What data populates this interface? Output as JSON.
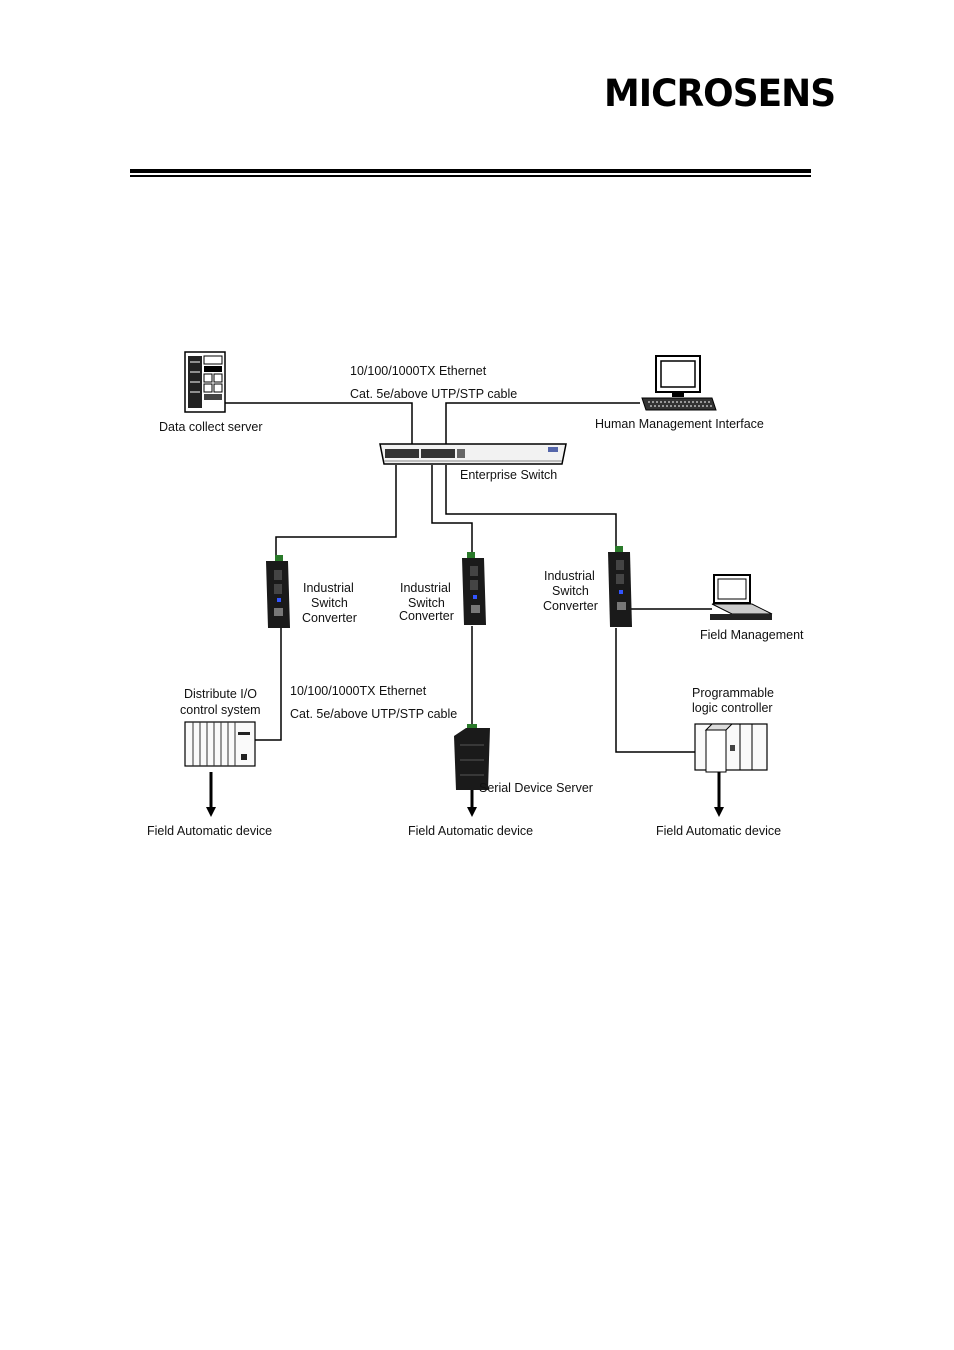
{
  "header": {
    "logo_text": "MICROSENS"
  },
  "diagram": {
    "cable_top": {
      "line1": "10/100/1000TX Ethernet",
      "line2": "Cat. 5e/above UTP/STP cable"
    },
    "cable_bottom": {
      "line1": "10/100/1000TX Ethernet",
      "line2": "Cat. 5e/above UTP/STP cable"
    },
    "data_collect_server": "Data collect server",
    "human_management_interface": "Human Management Interface",
    "enterprise_switch": "Enterprise Switch",
    "converter_left": [
      "Industrial",
      "Switch",
      "Converter"
    ],
    "converter_mid": [
      "Industrial",
      "Switch",
      "Converter"
    ],
    "converter_right": [
      "Industrial",
      "Switch",
      "Converter"
    ],
    "field_management": "Field Management",
    "distribute_io": [
      "Distribute I/O",
      "control system"
    ],
    "serial_device_server": "Serial Device Server",
    "plc": [
      "Programmable",
      "logic controller"
    ],
    "field_device_left": "Field Automatic device",
    "field_device_mid": "Field Automatic device",
    "field_device_right": "Field Automatic device"
  }
}
